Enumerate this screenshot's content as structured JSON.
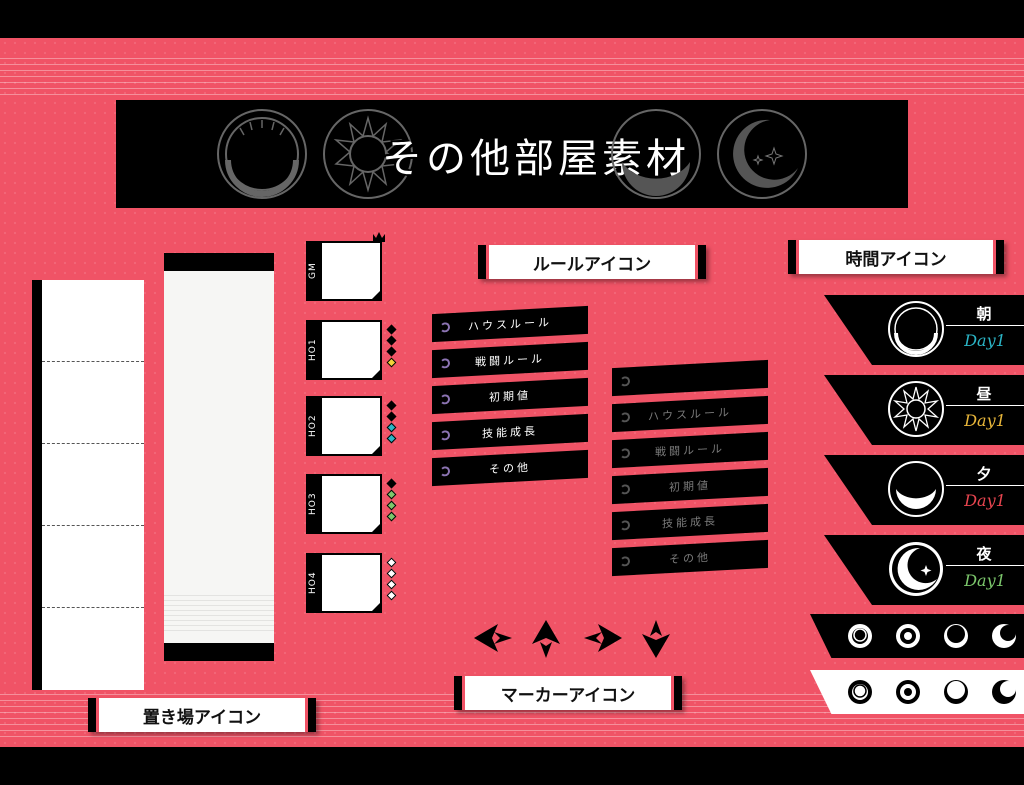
{
  "banner": {
    "title": "その他部屋素材"
  },
  "labels": {
    "rule_icons": "ルールアイコン",
    "time_icons": "時間アイコン",
    "marker_icons": "マーカーアイコン",
    "storage_icons": "置き場アイコン"
  },
  "players": [
    {
      "tag": "GM",
      "dots": []
    },
    {
      "tag": "HO1",
      "dots": [
        "#000000",
        "#000000",
        "#000000",
        "#f2d23a"
      ]
    },
    {
      "tag": "HO2",
      "dots": [
        "#000000",
        "#000000",
        "#2bb5c6",
        "#2bb5c6"
      ]
    },
    {
      "tag": "HO3",
      "dots": [
        "#000000",
        "#7cc76c",
        "#7cc76c",
        "#7cc76c"
      ]
    },
    {
      "tag": "HO4",
      "dots": [
        "#ffffff",
        "#ffffff",
        "#ffffff",
        "#ffffff"
      ]
    }
  ],
  "rules_active": [
    "ハウスルール",
    "戦闘ルール",
    "初期値",
    "技能成長",
    "その他"
  ],
  "rules_dim": [
    "",
    "ハウスルール",
    "戦闘ルール",
    "初期値",
    "技能成長",
    "その他"
  ],
  "times": [
    {
      "name": "朝",
      "day": "Day1",
      "color": "#2bb5c6",
      "icon": "sunrise-icon"
    },
    {
      "name": "昼",
      "day": "Day1",
      "color": "#e8b63a",
      "icon": "sun-icon"
    },
    {
      "name": "夕",
      "day": "Day1",
      "color": "#e8454f",
      "icon": "sunset-icon"
    },
    {
      "name": "夜",
      "day": "Day1",
      "color": "#7cc76c",
      "icon": "moon-icon"
    }
  ],
  "colors": {
    "background": "#f05366",
    "accent": "#000000"
  }
}
